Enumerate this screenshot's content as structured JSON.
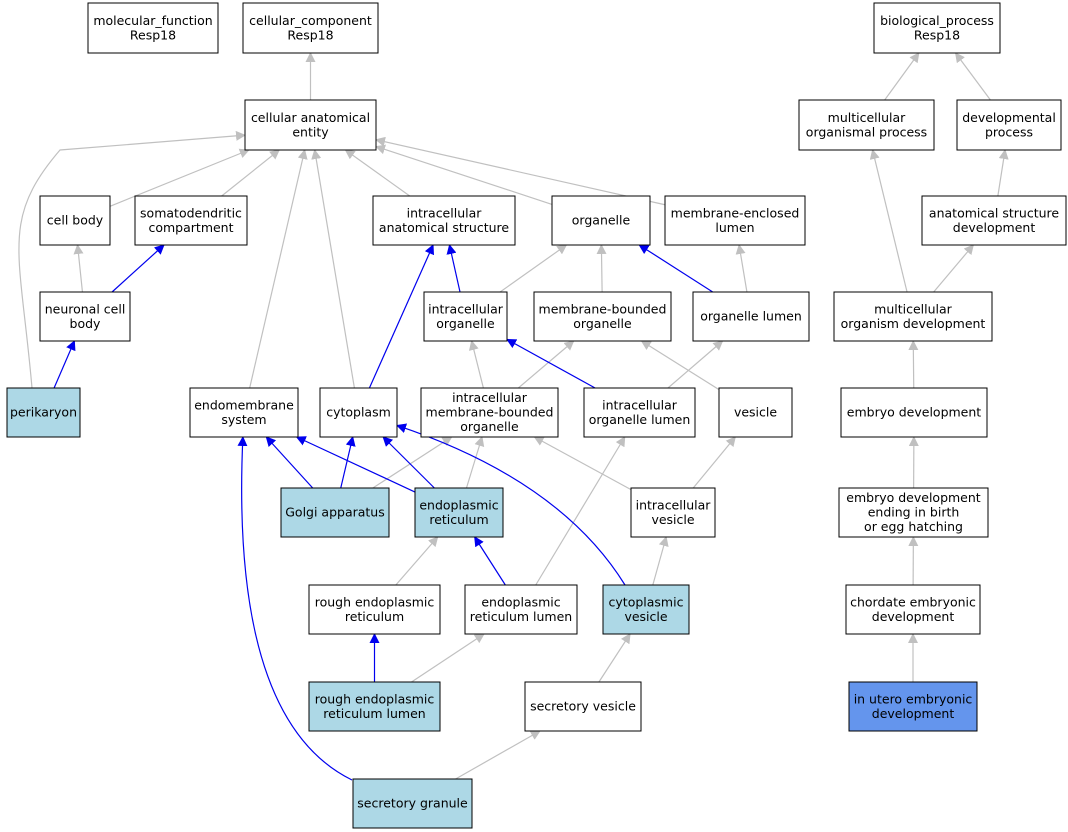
{
  "colors": {
    "edge_is_a": "#c0c0c0",
    "edge_part_of": "#0000ee",
    "node_default": "#ffffff",
    "node_annotated": "#add8e6",
    "node_query": "#6495ed"
  },
  "nodes": [
    {
      "id": "mf",
      "lines": [
        "molecular_function",
        "Resp18"
      ],
      "style": "default"
    },
    {
      "id": "cc",
      "lines": [
        "cellular_component",
        "Resp18"
      ],
      "style": "default"
    },
    {
      "id": "bp",
      "lines": [
        "biological_process",
        "Resp18"
      ],
      "style": "default"
    },
    {
      "id": "cae",
      "lines": [
        "cellular anatomical",
        "entity"
      ],
      "style": "default"
    },
    {
      "id": "mop",
      "lines": [
        "multicellular",
        "organismal process"
      ],
      "style": "default"
    },
    {
      "id": "dp",
      "lines": [
        "developmental",
        "process"
      ],
      "style": "default"
    },
    {
      "id": "cb",
      "lines": [
        "cell body"
      ],
      "style": "default"
    },
    {
      "id": "sdc",
      "lines": [
        "somatodendritic",
        "compartment"
      ],
      "style": "default"
    },
    {
      "id": "ias",
      "lines": [
        "intracellular",
        "anatomical structure"
      ],
      "style": "default"
    },
    {
      "id": "org",
      "lines": [
        "organelle"
      ],
      "style": "default"
    },
    {
      "id": "mel",
      "lines": [
        "membrane-enclosed",
        "lumen"
      ],
      "style": "default"
    },
    {
      "id": "asd",
      "lines": [
        "anatomical structure",
        "development"
      ],
      "style": "default"
    },
    {
      "id": "ncb",
      "lines": [
        "neuronal cell",
        "body"
      ],
      "style": "default"
    },
    {
      "id": "io",
      "lines": [
        "intracellular",
        "organelle"
      ],
      "style": "default"
    },
    {
      "id": "mbo",
      "lines": [
        "membrane-bounded",
        "organelle"
      ],
      "style": "default"
    },
    {
      "id": "ol",
      "lines": [
        "organelle lumen"
      ],
      "style": "default"
    },
    {
      "id": "mod",
      "lines": [
        "multicellular",
        "organism development"
      ],
      "style": "default"
    },
    {
      "id": "per",
      "lines": [
        "perikaryon"
      ],
      "style": "annotated"
    },
    {
      "id": "ems",
      "lines": [
        "endomembrane",
        "system"
      ],
      "style": "default"
    },
    {
      "id": "cyt",
      "lines": [
        "cytoplasm"
      ],
      "style": "default"
    },
    {
      "id": "imbo",
      "lines": [
        "intracellular",
        "membrane-bounded",
        "organelle"
      ],
      "style": "default"
    },
    {
      "id": "iol",
      "lines": [
        "intracellular",
        "organelle lumen"
      ],
      "style": "default"
    },
    {
      "id": "ves",
      "lines": [
        "vesicle"
      ],
      "style": "default"
    },
    {
      "id": "ed",
      "lines": [
        "embryo development"
      ],
      "style": "default"
    },
    {
      "id": "ga",
      "lines": [
        "Golgi apparatus"
      ],
      "style": "annotated"
    },
    {
      "id": "er",
      "lines": [
        "endoplasmic",
        "reticulum"
      ],
      "style": "annotated"
    },
    {
      "id": "iv",
      "lines": [
        "intracellular",
        "vesicle"
      ],
      "style": "default"
    },
    {
      "id": "edeb",
      "lines": [
        "embryo development",
        "ending in birth",
        "or egg hatching"
      ],
      "style": "default"
    },
    {
      "id": "rer",
      "lines": [
        "rough endoplasmic",
        "reticulum"
      ],
      "style": "default"
    },
    {
      "id": "erl",
      "lines": [
        "endoplasmic",
        "reticulum lumen"
      ],
      "style": "default"
    },
    {
      "id": "cv",
      "lines": [
        "cytoplasmic",
        "vesicle"
      ],
      "style": "annotated"
    },
    {
      "id": "ced",
      "lines": [
        "chordate embryonic",
        "development"
      ],
      "style": "default"
    },
    {
      "id": "rerl",
      "lines": [
        "rough endoplasmic",
        "reticulum lumen"
      ],
      "style": "annotated"
    },
    {
      "id": "sv",
      "lines": [
        "secretory vesicle"
      ],
      "style": "default"
    },
    {
      "id": "ued",
      "lines": [
        "in utero embryonic",
        "development"
      ],
      "style": "query"
    },
    {
      "id": "sg",
      "lines": [
        "secretory granule"
      ],
      "style": "annotated"
    }
  ],
  "edges": [
    {
      "from": "cae",
      "to": "cc",
      "type": "is_a"
    },
    {
      "from": "mop",
      "to": "bp",
      "type": "is_a"
    },
    {
      "from": "dp",
      "to": "bp",
      "type": "is_a"
    },
    {
      "from": "cb",
      "to": "cae",
      "type": "is_a"
    },
    {
      "from": "sdc",
      "to": "cae",
      "type": "is_a"
    },
    {
      "from": "ias",
      "to": "cae",
      "type": "is_a"
    },
    {
      "from": "org",
      "to": "cae",
      "type": "is_a"
    },
    {
      "from": "mel",
      "to": "cae",
      "type": "is_a"
    },
    {
      "from": "per",
      "to": "cae",
      "type": "is_a"
    },
    {
      "from": "ems",
      "to": "cae",
      "type": "is_a"
    },
    {
      "from": "cyt",
      "to": "cae",
      "type": "is_a"
    },
    {
      "from": "asd",
      "to": "dp",
      "type": "is_a"
    },
    {
      "from": "mod",
      "to": "mop",
      "type": "is_a"
    },
    {
      "from": "mod",
      "to": "asd",
      "type": "is_a"
    },
    {
      "from": "ncb",
      "to": "cb",
      "type": "is_a"
    },
    {
      "from": "ncb",
      "to": "sdc",
      "type": "part_of"
    },
    {
      "from": "per",
      "to": "ncb",
      "type": "part_of"
    },
    {
      "from": "io",
      "to": "ias",
      "type": "part_of"
    },
    {
      "from": "io",
      "to": "org",
      "type": "is_a"
    },
    {
      "from": "mbo",
      "to": "org",
      "type": "is_a"
    },
    {
      "from": "ol",
      "to": "org",
      "type": "part_of"
    },
    {
      "from": "ol",
      "to": "mel",
      "type": "is_a"
    },
    {
      "from": "cyt",
      "to": "ias",
      "type": "part_of"
    },
    {
      "from": "imbo",
      "to": "io",
      "type": "is_a"
    },
    {
      "from": "imbo",
      "to": "mbo",
      "type": "is_a"
    },
    {
      "from": "iol",
      "to": "io",
      "type": "part_of"
    },
    {
      "from": "iol",
      "to": "ol",
      "type": "is_a"
    },
    {
      "from": "ves",
      "to": "mbo",
      "type": "is_a"
    },
    {
      "from": "ed",
      "to": "mod",
      "type": "is_a"
    },
    {
      "from": "ga",
      "to": "ems",
      "type": "part_of"
    },
    {
      "from": "ga",
      "to": "cyt",
      "type": "part_of"
    },
    {
      "from": "ga",
      "to": "imbo",
      "type": "is_a"
    },
    {
      "from": "er",
      "to": "ems",
      "type": "part_of"
    },
    {
      "from": "er",
      "to": "cyt",
      "type": "part_of"
    },
    {
      "from": "er",
      "to": "imbo",
      "type": "is_a"
    },
    {
      "from": "iv",
      "to": "ves",
      "type": "is_a"
    },
    {
      "from": "iv",
      "to": "imbo",
      "type": "is_a"
    },
    {
      "from": "edeb",
      "to": "ed",
      "type": "is_a"
    },
    {
      "from": "rer",
      "to": "er",
      "type": "is_a"
    },
    {
      "from": "erl",
      "to": "er",
      "type": "part_of"
    },
    {
      "from": "erl",
      "to": "iol",
      "type": "is_a"
    },
    {
      "from": "cv",
      "to": "iv",
      "type": "is_a"
    },
    {
      "from": "cv",
      "to": "cyt",
      "type": "part_of"
    },
    {
      "from": "ced",
      "to": "edeb",
      "type": "is_a"
    },
    {
      "from": "rerl",
      "to": "rer",
      "type": "part_of"
    },
    {
      "from": "rerl",
      "to": "erl",
      "type": "is_a"
    },
    {
      "from": "sv",
      "to": "cv",
      "type": "is_a"
    },
    {
      "from": "ued",
      "to": "ced",
      "type": "is_a"
    },
    {
      "from": "sg",
      "to": "sv",
      "type": "is_a"
    },
    {
      "from": "sg",
      "to": "ems",
      "type": "part_of"
    }
  ]
}
